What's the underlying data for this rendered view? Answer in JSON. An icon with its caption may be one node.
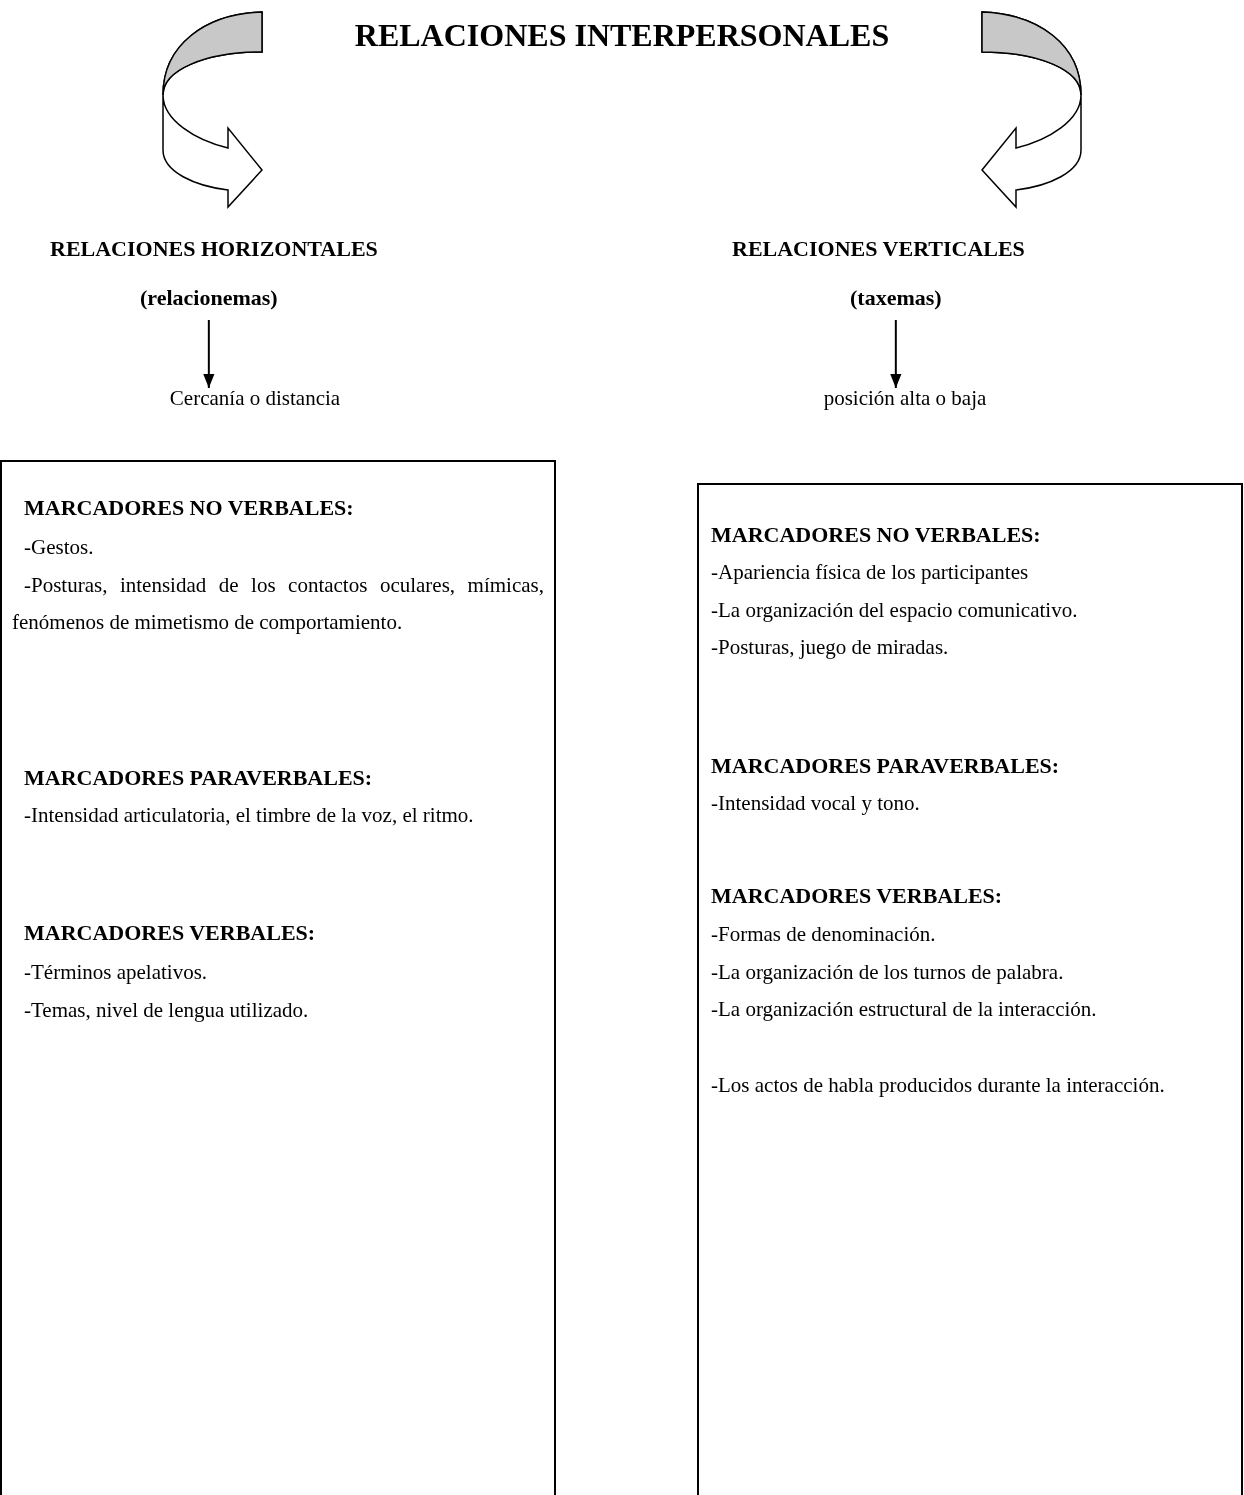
{
  "diagram": {
    "nodes": [
      {
        "text": [
          "RELACIONES INTERPERSONALES"
        ]
      },
      {
        "text": [
          "RELACIONES HORIZONTALES",
          "(relacionemas)"
        ]
      },
      {
        "text": [
          "Cercanía o distancia"
        ]
      },
      {
        "text": [
          "MARCADORES NO VERBALES:",
          "-Gestos.",
          "-Posturas, intensidad de los contactos oculares, mímicas, fenómenos de mimetismo de comportamiento.",
          "MARCADORES PARAVERBALES:",
          "-Intensidad articulatoria, el timbre de la voz, el ritmo.",
          "MARCADORES VERBALES:",
          "-Términos apelativos.",
          "-Temas, nivel de lengua utilizado."
        ]
      },
      {
        "text": [
          "RELACIONES VERTICALES",
          "(taxemas)"
        ]
      },
      {
        "text": [
          "posición alta o baja"
        ]
      },
      {
        "text": [
          "MARCADORES NO VERBALES:",
          "-Apariencia física de los participantes",
          "-La organización del espacio comunicativo.",
          "-Posturas, juego de miradas.",
          "MARCADORES PARAVERBALES:",
          "-Intensidad vocal y tono.",
          "MARCADORES VERBALES:",
          "-Formas de denominación.",
          "-La organización de los turnos de palabra.",
          "-La organización estructural de la interacción.",
          "-Los actos de habla producidos durante la interacción."
        ]
      }
    ],
    "edges": [
      {
        "from": 0,
        "to": 1,
        "arrow": "to",
        "style": "thick"
      },
      {
        "from": 0,
        "to": 4,
        "arrow": "to",
        "style": "thick"
      },
      {
        "from": 1,
        "to": 2,
        "arrow": "to"
      },
      {
        "from": 4,
        "to": 5,
        "arrow": "to"
      }
    ]
  }
}
